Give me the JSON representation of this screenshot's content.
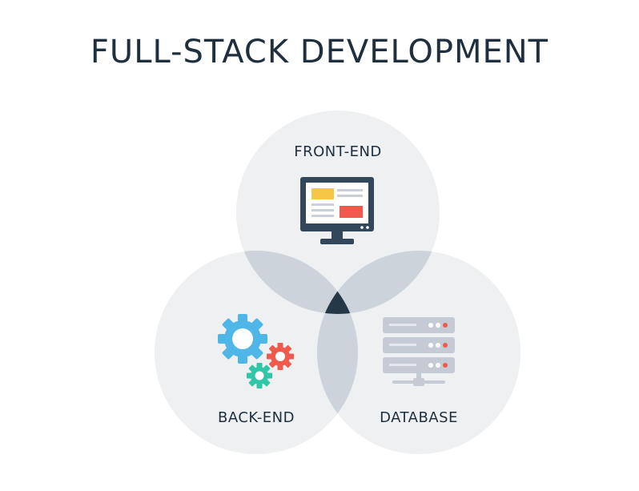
{
  "title": "FULL-STACK DEVELOPMENT",
  "circles": [
    {
      "label": "FRONT-END",
      "icon": "monitor-icon"
    },
    {
      "label": "BACK-END",
      "icon": "gears-icon"
    },
    {
      "label": "DATABASE",
      "icon": "server-icon"
    }
  ],
  "colors": {
    "text": "#1f2f3e",
    "circle_fill": "#eef0f1",
    "pair_overlap": "#cdd3db",
    "center_overlap": "#243847",
    "gear_large": "#4fb7e8",
    "gear_small_red": "#f05a4d",
    "gear_small_teal": "#2fc7a7",
    "monitor_frame": "#33475b",
    "monitor_yellow": "#f7c646",
    "monitor_red": "#f05a4d",
    "server_body": "#c4cbd4",
    "server_dot_red": "#f05a4d"
  }
}
